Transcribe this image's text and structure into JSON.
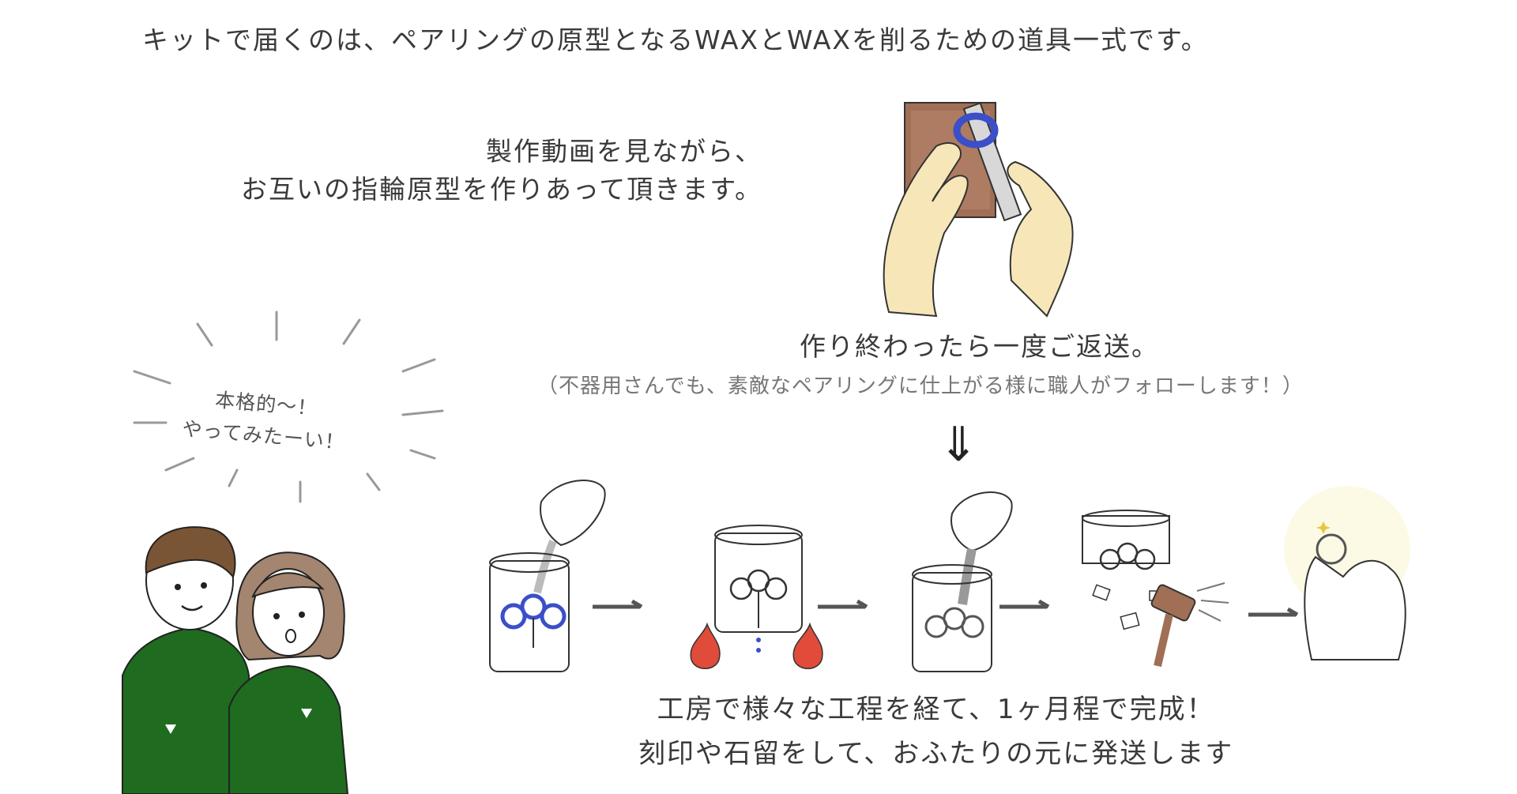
{
  "intro_text": "キットで届くのは、ペアリングの原型となるWAXとWAXを削るための道具一式です。",
  "making_text": {
    "line1": "製作動画を見ながら、",
    "line2": "お互いの指輪原型を作りあって頂きます。"
  },
  "return_text": "作り終わったら一度ご返送。",
  "support_text": "（不器用さんでも、素敵なペアリングに仕上がる様に職人がフォローします！）",
  "down_arrow": "⇓",
  "speech": {
    "line1": "本格的〜！",
    "line2": "やってみたーい！"
  },
  "finish_text": {
    "line1": "工房で様々な工程を経て、1ヶ月程で完成！",
    "line2": "刻印や石留をして、おふたりの元に発送します"
  },
  "colors": {
    "sweater_green": "#1f6b1f",
    "ring_blue": "#3a4fc8",
    "wax_brown": "#a06f55",
    "flame_red": "#e04b3a",
    "skin": "#f7e6b8",
    "line": "#333333"
  },
  "icons": [
    "carving-hands-icon",
    "couple-icon",
    "pouring-cup-icon",
    "heated-flask-icon",
    "pour-metal-icon",
    "hammer-break-icon",
    "finished-ring-icon",
    "right-arrow-icon"
  ]
}
